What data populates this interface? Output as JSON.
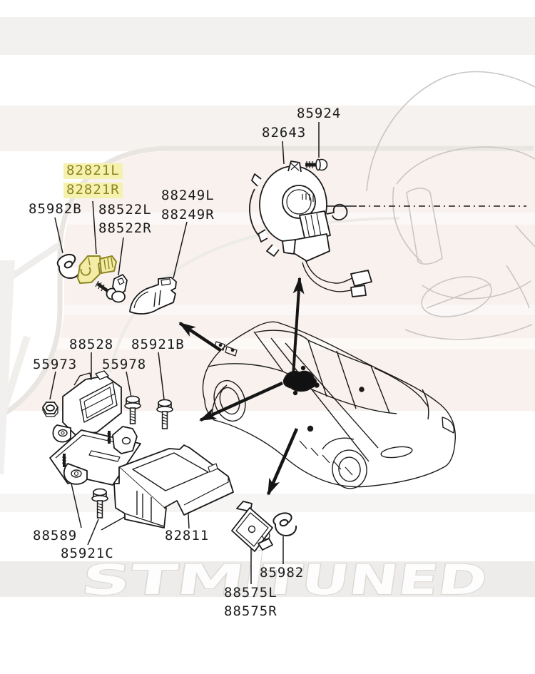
{
  "diagram_type": "airbag-srs-parts-diagram",
  "watermark": {
    "stm": "STM",
    "tuned": "TUNED"
  },
  "colors": {
    "line": "#1b1b1b",
    "highlight_bg": "#f5f1ae",
    "highlight_text": "#8d851f",
    "highlight_part_fill": "#f2eca6",
    "wheel_gray": "#cac6c3",
    "swoosh_gray": "#e9e5e1",
    "band_pink": "#f8f1ee"
  },
  "labels": {
    "p85924": "85924",
    "p82643": "82643",
    "p82821L": "82821L",
    "p82821R": "82821R",
    "p85982B": "85982B",
    "p88522L": "88522L",
    "p88522R": "88522R",
    "p88249L": "88249L",
    "p88249R": "88249R",
    "p88528": "88528",
    "p85921B": "85921B",
    "p55973": "55973",
    "p55978": "55978",
    "p88589": "88589",
    "p85921C": "85921C",
    "p82811": "82811",
    "p85982": "85982",
    "p88575L": "88575L",
    "p88575R": "88575R"
  }
}
